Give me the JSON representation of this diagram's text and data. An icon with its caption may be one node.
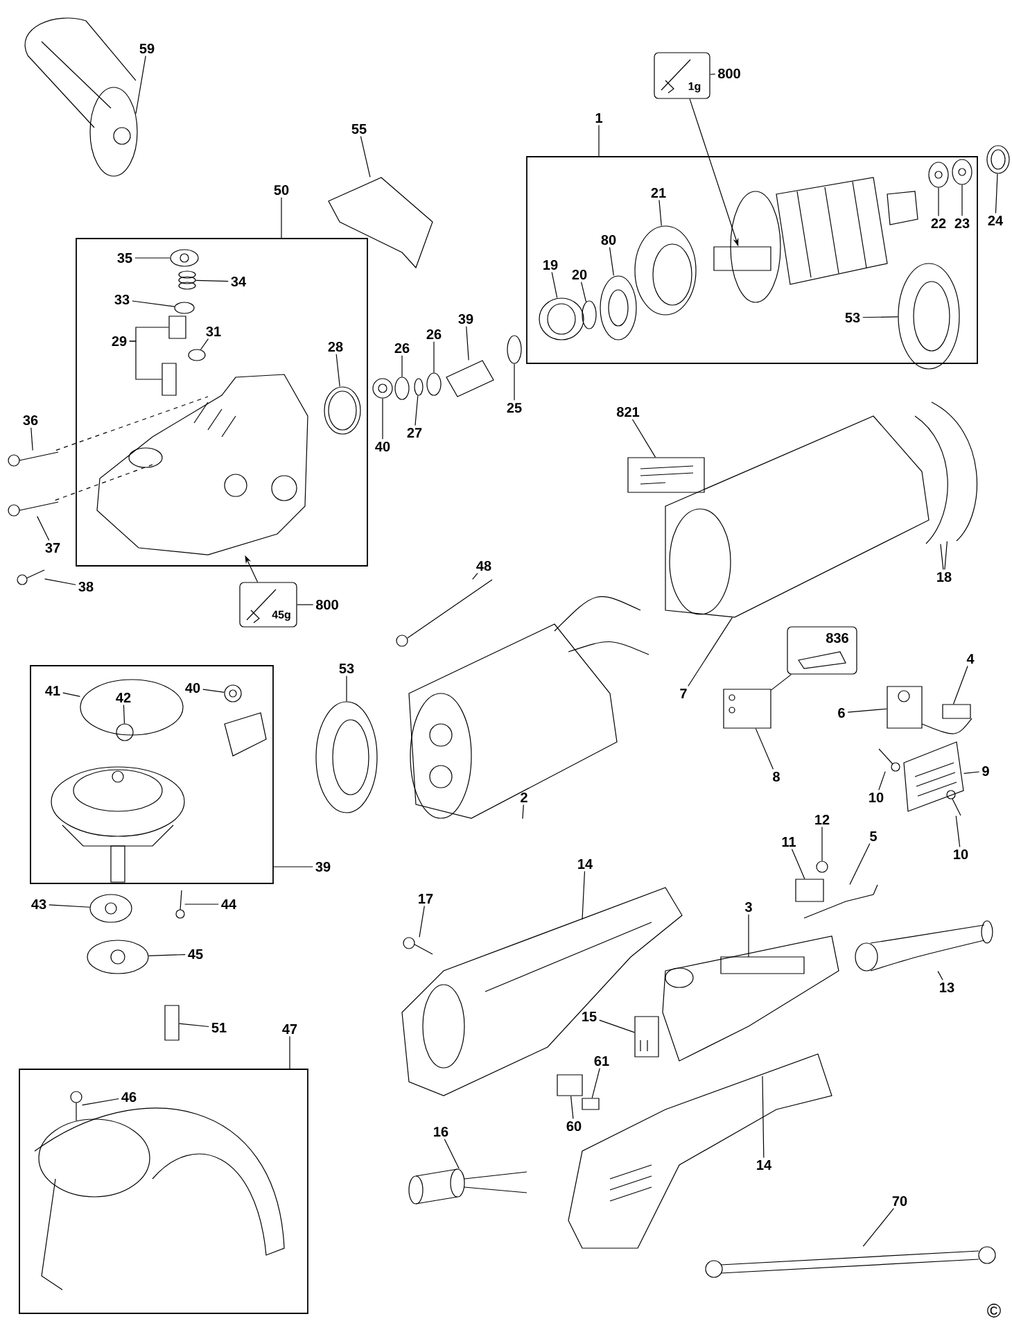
{
  "diagram": {
    "nodes": [
      {
        "text": [
          "59"
        ]
      },
      {
        "text": [
          "55"
        ]
      },
      {
        "text": [
          "800"
        ]
      },
      {
        "text": [
          "1g"
        ]
      },
      {
        "text": [
          "1"
        ]
      },
      {
        "text": [],
        "shape": "box"
      },
      {
        "text": [
          "21"
        ],
        "in": 5
      },
      {
        "text": [
          "80"
        ],
        "in": 5
      },
      {
        "text": [
          "19"
        ],
        "in": 5
      },
      {
        "text": [
          "20"
        ],
        "in": 5
      },
      {
        "text": [
          "22"
        ],
        "in": 5
      },
      {
        "text": [
          "23"
        ],
        "in": 5
      },
      {
        "text": [
          "53"
        ],
        "in": 5
      },
      {
        "text": [
          "24"
        ]
      },
      {
        "text": [
          "50"
        ]
      },
      {
        "text": [],
        "shape": "box"
      },
      {
        "text": [
          "35"
        ],
        "in": 15
      },
      {
        "text": [
          "34"
        ],
        "in": 15
      },
      {
        "text": [
          "33"
        ],
        "in": 15
      },
      {
        "text": [
          "29"
        ],
        "in": 15
      },
      {
        "text": [
          "31"
        ],
        "in": 15
      },
      {
        "text": [
          "28"
        ],
        "in": 15
      },
      {
        "text": [
          "26"
        ]
      },
      {
        "text": [
          "26"
        ]
      },
      {
        "text": [
          "39"
        ]
      },
      {
        "text": [
          "36"
        ]
      },
      {
        "text": [
          "40"
        ]
      },
      {
        "text": [
          "27"
        ]
      },
      {
        "text": [
          "25"
        ]
      },
      {
        "text": [
          "821"
        ]
      },
      {
        "text": [
          "37"
        ]
      },
      {
        "text": [
          "38"
        ]
      },
      {
        "text": [
          "45g"
        ]
      },
      {
        "text": [
          "800"
        ]
      },
      {
        "text": [
          "48"
        ]
      },
      {
        "text": [
          "18"
        ]
      },
      {
        "text": [
          "836"
        ]
      },
      {
        "text": [
          "53"
        ]
      },
      {
        "text": [
          "7"
        ]
      },
      {
        "text": [
          "4"
        ]
      },
      {
        "text": [
          "6"
        ]
      },
      {
        "text": [
          "2"
        ]
      },
      {
        "text": [
          "8"
        ]
      },
      {
        "text": [
          "9"
        ]
      },
      {
        "text": [
          "10"
        ]
      },
      {
        "text": [
          "10"
        ]
      },
      {
        "text": [],
        "shape": "box"
      },
      {
        "text": [
          "41"
        ],
        "in": 46
      },
      {
        "text": [
          "42"
        ],
        "in": 112
      },
      {
        "text": [
          "40"
        ],
        "in": 46
      },
      {
        "text": [
          "39"
        ]
      },
      {
        "text": [
          "43"
        ]
      },
      {
        "text": [
          "44"
        ]
      },
      {
        "text": [
          "45"
        ]
      },
      {
        "text": [
          "12"
        ]
      },
      {
        "text": [
          "11"
        ]
      },
      {
        "text": [
          "5"
        ]
      },
      {
        "text": [
          "14"
        ]
      },
      {
        "text": [
          "17"
        ]
      },
      {
        "text": [
          "3"
        ]
      },
      {
        "text": [
          "13"
        ]
      },
      {
        "text": [
          "15"
        ]
      },
      {
        "text": [
          "51"
        ]
      },
      {
        "text": [
          "47"
        ]
      },
      {
        "text": [],
        "shape": "box"
      },
      {
        "text": [
          "46"
        ],
        "in": 64
      },
      {
        "text": [
          "61"
        ]
      },
      {
        "text": [
          "60"
        ]
      },
      {
        "text": [
          "16"
        ]
      },
      {
        "text": [
          "14"
        ]
      },
      {
        "text": [
          "70"
        ]
      },
      {
        "text": [],
        "shape": "picture"
      },
      {
        "text": [],
        "shape": "picture"
      },
      {
        "text": [],
        "shape": "box",
        "in": 5
      },
      {
        "text": [],
        "shape": "picture",
        "in": 5
      },
      {
        "text": [],
        "shape": "picture",
        "in": 5
      },
      {
        "text": [],
        "shape": "picture",
        "in": 5
      },
      {
        "text": [],
        "shape": "circle",
        "in": 5
      },
      {
        "text": [],
        "shape": "picture",
        "in": 5
      },
      {
        "text": [],
        "shape": "picture",
        "in": 5
      },
      {
        "text": [],
        "shape": "picture",
        "in": 5
      },
      {
        "text": [],
        "shape": "picture"
      },
      {
        "text": [],
        "shape": "picture",
        "in": 15
      },
      {
        "text": [],
        "shape": "picture",
        "in": 15
      },
      {
        "text": [],
        "shape": "circle",
        "in": 15
      },
      {
        "text": [],
        "shape": "box",
        "in": 15
      },
      {
        "text": [],
        "shape": "box",
        "in": 15
      },
      {
        "text": [],
        "shape": "circle",
        "in": 15
      },
      {
        "text": [],
        "shape": "picture",
        "in": 15
      },
      {
        "text": [],
        "shape": "picture",
        "in": 15
      },
      {
        "text": [],
        "shape": "picture"
      },
      {
        "text": [],
        "shape": "picture"
      },
      {
        "text": [],
        "shape": "circle"
      },
      {
        "text": [],
        "shape": "circle"
      },
      {
        "text": [],
        "shape": "circle"
      },
      {
        "text": [],
        "shape": "picture"
      },
      {
        "text": [],
        "shape": "circle"
      },
      {
        "text": [],
        "shape": "picture"
      },
      {
        "text": [],
        "shape": "picture"
      },
      {
        "text": [],
        "shape": "picture"
      },
      {
        "text": [],
        "shape": "picture"
      },
      {
        "text": [],
        "shape": "picture"
      },
      {
        "text": [],
        "shape": "picture"
      },
      {
        "text": [],
        "shape": "picture"
      },
      {
        "text": [],
        "shape": "picture"
      },
      {
        "text": [],
        "shape": "picture"
      },
      {
        "text": [],
        "shape": "picture"
      },
      {
        "text": [],
        "shape": "picture"
      },
      {
        "text": [],
        "shape": "picture"
      },
      {
        "text": [],
        "shape": "picture"
      },
      {
        "text": [],
        "shape": "picture"
      },
      {
        "text": [],
        "shape": "picture"
      },
      {
        "text": [],
        "shape": "picture",
        "in": 46
      },
      {
        "text": [],
        "shape": "circle",
        "in": 112
      },
      {
        "text": [],
        "shape": "picture",
        "in": 46
      },
      {
        "text": [],
        "shape": "picture"
      },
      {
        "text": [],
        "shape": "picture"
      },
      {
        "text": [],
        "shape": "picture"
      },
      {
        "text": [],
        "shape": "circle"
      },
      {
        "text": [],
        "shape": "box"
      },
      {
        "text": [],
        "shape": "picture"
      },
      {
        "text": [],
        "shape": "picture"
      },
      {
        "text": [],
        "shape": "picture"
      },
      {
        "text": [],
        "shape": "picture"
      },
      {
        "text": [],
        "shape": "picture"
      },
      {
        "text": [],
        "shape": "picture"
      },
      {
        "text": [],
        "shape": "box"
      },
      {
        "text": [],
        "shape": "picture",
        "in": 64
      },
      {
        "text": [],
        "shape": "box"
      },
      {
        "text": [],
        "shape": "box"
      },
      {
        "text": [],
        "shape": "picture"
      },
      {
        "text": [],
        "shape": "picture"
      },
      {
        "text": [],
        "shape": "picture"
      }
    ],
    "edges": [
      {
        "from": 0,
        "to": 71,
        "arrow": "none"
      },
      {
        "from": 1,
        "to": 72,
        "arrow": "none"
      },
      {
        "from": 2,
        "to": 3,
        "arrow": "none"
      },
      {
        "from": 3,
        "to": 73,
        "arrow": "to"
      },
      {
        "from": 4,
        "to": 5,
        "arrow": "none"
      },
      {
        "from": 6,
        "to": 74,
        "arrow": "none"
      },
      {
        "from": 7,
        "to": 75,
        "arrow": "none"
      },
      {
        "from": 8,
        "to": 76,
        "arrow": "none"
      },
      {
        "from": 9,
        "to": 77,
        "arrow": "none"
      },
      {
        "from": 10,
        "to": 78,
        "arrow": "none"
      },
      {
        "from": 11,
        "to": 79,
        "arrow": "none"
      },
      {
        "from": 12,
        "to": 80,
        "arrow": "none"
      },
      {
        "from": 13,
        "to": 81,
        "arrow": "none"
      },
      {
        "from": 14,
        "to": 15,
        "arrow": "none"
      },
      {
        "from": 16,
        "to": 82,
        "arrow": "none"
      },
      {
        "from": 17,
        "to": 83,
        "arrow": "none"
      },
      {
        "from": 18,
        "to": 84,
        "arrow": "none"
      },
      {
        "from": 19,
        "to": 85,
        "arrow": "none"
      },
      {
        "from": 19,
        "to": 86,
        "arrow": "none"
      },
      {
        "from": 20,
        "to": 87,
        "arrow": "none"
      },
      {
        "from": 21,
        "to": 88,
        "arrow": "none"
      },
      {
        "from": 22,
        "to": 92,
        "arrow": "none"
      },
      {
        "from": 23,
        "to": 94,
        "arrow": "none"
      },
      {
        "from": 24,
        "to": 95,
        "arrow": "none"
      },
      {
        "from": 25,
        "to": 90,
        "arrow": "none"
      },
      {
        "from": 26,
        "to": 91,
        "arrow": "none"
      },
      {
        "from": 27,
        "to": 93,
        "arrow": "none"
      },
      {
        "from": 28,
        "to": 96,
        "arrow": "none"
      },
      {
        "from": 29,
        "to": 97,
        "arrow": "none"
      },
      {
        "from": 30,
        "to": 98,
        "arrow": "none"
      },
      {
        "from": 31,
        "to": 99,
        "arrow": "none"
      },
      {
        "from": 32,
        "to": 89,
        "arrow": "to"
      },
      {
        "from": 33,
        "to": 32,
        "arrow": "none"
      },
      {
        "from": 34,
        "to": 100,
        "arrow": "none"
      },
      {
        "from": 35,
        "to": 101,
        "arrow": "none"
      },
      {
        "from": 35,
        "to": 102,
        "arrow": "none"
      },
      {
        "from": 36,
        "to": 103,
        "arrow": "none"
      },
      {
        "from": 37,
        "to": 104,
        "arrow": "none"
      },
      {
        "from": 38,
        "to": 105,
        "arrow": "none"
      },
      {
        "from": 39,
        "to": 106,
        "arrow": "none"
      },
      {
        "from": 40,
        "to": 107,
        "arrow": "none"
      },
      {
        "from": 41,
        "to": 108,
        "arrow": "none"
      },
      {
        "from": 42,
        "to": 103,
        "arrow": "none"
      },
      {
        "from": 43,
        "to": 109,
        "arrow": "none"
      },
      {
        "from": 44,
        "to": 110,
        "arrow": "none"
      },
      {
        "from": 45,
        "to": 111,
        "arrow": "none"
      },
      {
        "from": 47,
        "to": 112,
        "arrow": "none"
      },
      {
        "from": 48,
        "to": 113,
        "arrow": "none"
      },
      {
        "from": 49,
        "to": 114,
        "arrow": "none"
      },
      {
        "from": 50,
        "to": 46,
        "arrow": "none"
      },
      {
        "from": 51,
        "to": 115,
        "arrow": "none"
      },
      {
        "from": 52,
        "to": 116,
        "arrow": "none"
      },
      {
        "from": 53,
        "to": 117,
        "arrow": "none"
      },
      {
        "from": 54,
        "to": 118,
        "arrow": "none"
      },
      {
        "from": 55,
        "to": 119,
        "arrow": "none"
      },
      {
        "from": 56,
        "to": 120,
        "arrow": "none"
      },
      {
        "from": 57,
        "to": 121,
        "arrow": "none"
      },
      {
        "from": 58,
        "to": 122,
        "arrow": "none"
      },
      {
        "from": 59,
        "to": 123,
        "arrow": "none"
      },
      {
        "from": 60,
        "to": 124,
        "arrow": "none"
      },
      {
        "from": 61,
        "to": 125,
        "arrow": "none"
      },
      {
        "from": 62,
        "to": 126,
        "arrow": "none"
      },
      {
        "from": 63,
        "to": 64,
        "arrow": "none"
      },
      {
        "from": 65,
        "to": 127,
        "arrow": "none"
      },
      {
        "from": 66,
        "to": 128,
        "arrow": "none"
      },
      {
        "from": 67,
        "to": 129,
        "arrow": "none"
      },
      {
        "from": 68,
        "to": 130,
        "arrow": "none"
      },
      {
        "from": 69,
        "to": 131,
        "arrow": "none"
      },
      {
        "from": 70,
        "to": 132,
        "arrow": "none"
      },
      {
        "from": 90,
        "to": 89,
        "arrow": "none",
        "style": "dashed"
      },
      {
        "from": 98,
        "to": 89,
        "arrow": "none",
        "style": "dashed"
      }
    ],
    "labels": [
      "©"
    ]
  }
}
